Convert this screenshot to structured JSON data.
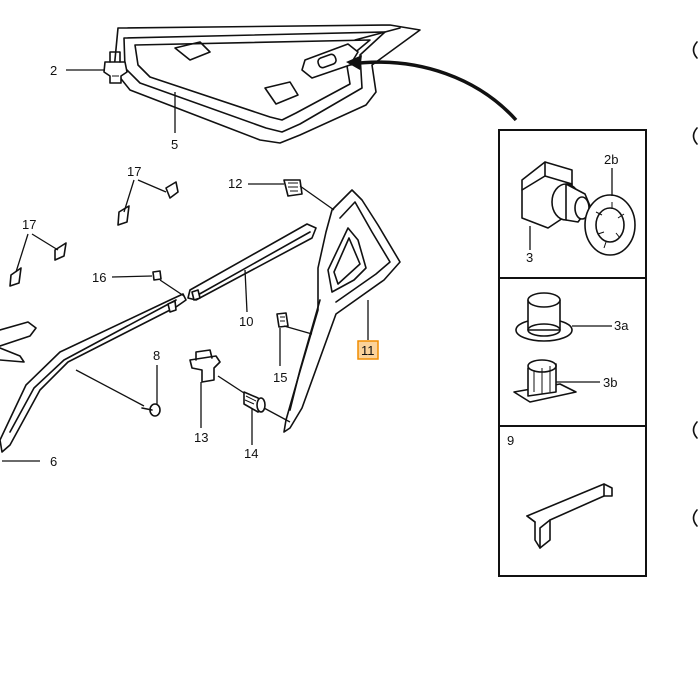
{
  "labels": {
    "l2": "2",
    "l5": "5",
    "l17a": "17",
    "l17b": "17",
    "l12": "12",
    "l16": "16",
    "l10": "10",
    "l8": "8",
    "l15": "15",
    "l11": "11",
    "l13": "13",
    "l14": "14",
    "l6": "6",
    "l2b": "2b",
    "l3": "3",
    "l3a": "3a",
    "l3b": "3b",
    "l9": "9"
  },
  "colors": {
    "highlight_fill": "#fbd29a",
    "highlight_stroke": "#f08c00",
    "ink": "#111111"
  }
}
